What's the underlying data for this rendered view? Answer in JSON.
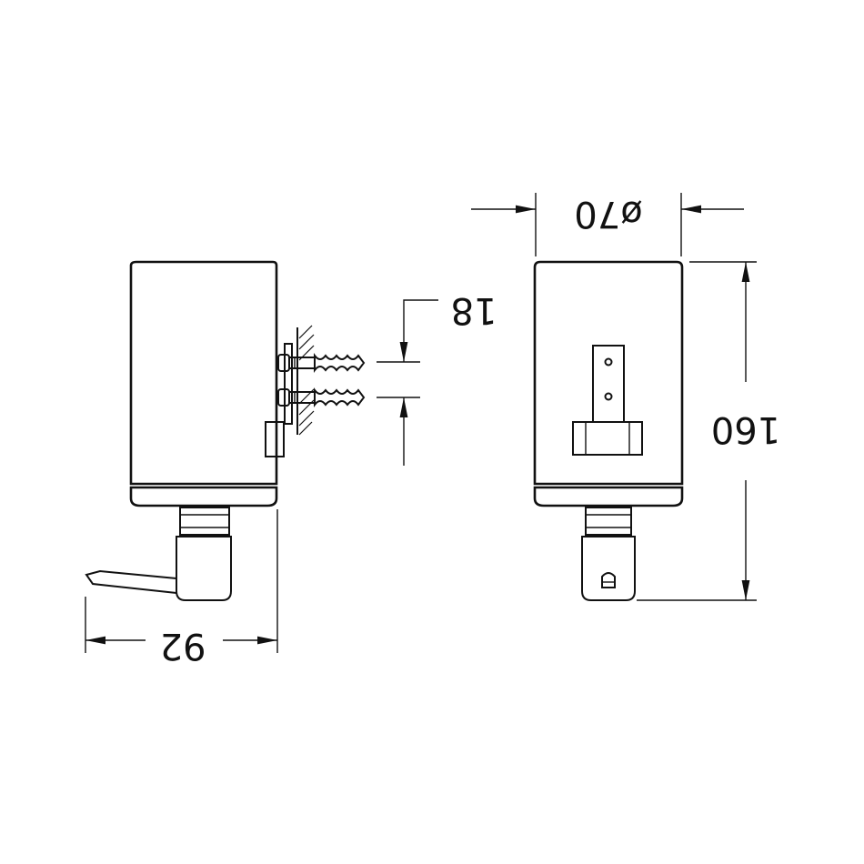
{
  "dimensions": {
    "projection": "92",
    "diameter": "ø70",
    "height": "160",
    "hole_spacing": "18"
  },
  "colors": {
    "line": "#111111",
    "background": "#ffffff"
  }
}
